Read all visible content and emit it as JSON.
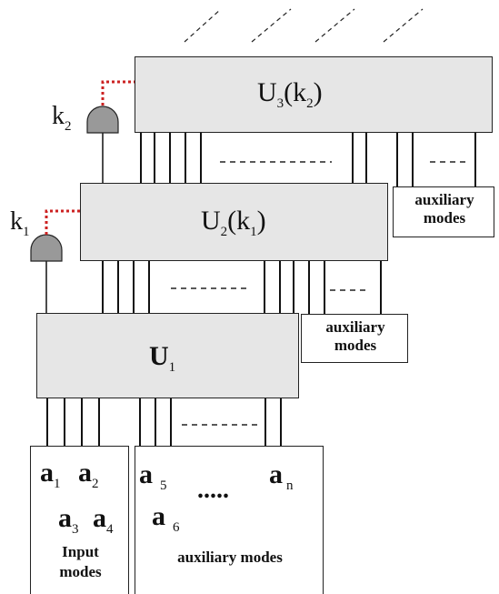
{
  "unitaries": {
    "u3": {
      "main": "U",
      "sub": "3",
      "arg_open": "(k",
      "arg_sub": "2",
      "arg_close": ")"
    },
    "u2": {
      "main": "U",
      "sub": "2",
      "arg_open": "(k",
      "arg_sub": "1",
      "arg_close": ")"
    },
    "u1": {
      "main": "U",
      "sub": "1"
    }
  },
  "detectors": {
    "k2": {
      "main": "k",
      "sub": "2"
    },
    "k1": {
      "main": "k",
      "sub": "1"
    }
  },
  "aux_boxes": {
    "top": {
      "line1": "auxiliary",
      "line2": "modes"
    },
    "middle": {
      "line1": "auxiliary",
      "line2": "modes"
    }
  },
  "input_box": {
    "a1": {
      "main": "a",
      "sub": "1"
    },
    "a2": {
      "main": "a",
      "sub": "2"
    },
    "a3": {
      "main": "a",
      "sub": "3"
    },
    "a4": {
      "main": "a",
      "sub": "4"
    },
    "label_line1": "Input",
    "label_line2": "modes"
  },
  "aux_input_box": {
    "a5": {
      "main": "a",
      "sub": "5"
    },
    "a6": {
      "main": "a",
      "sub": "6"
    },
    "an": {
      "main": "a",
      "sub": "n"
    },
    "dots": ".....",
    "label": "auxiliary modes"
  },
  "colors": {
    "box_fill": "#e6e6e6",
    "detector_fill": "#999999",
    "classical_wire": "#cc2222"
  }
}
